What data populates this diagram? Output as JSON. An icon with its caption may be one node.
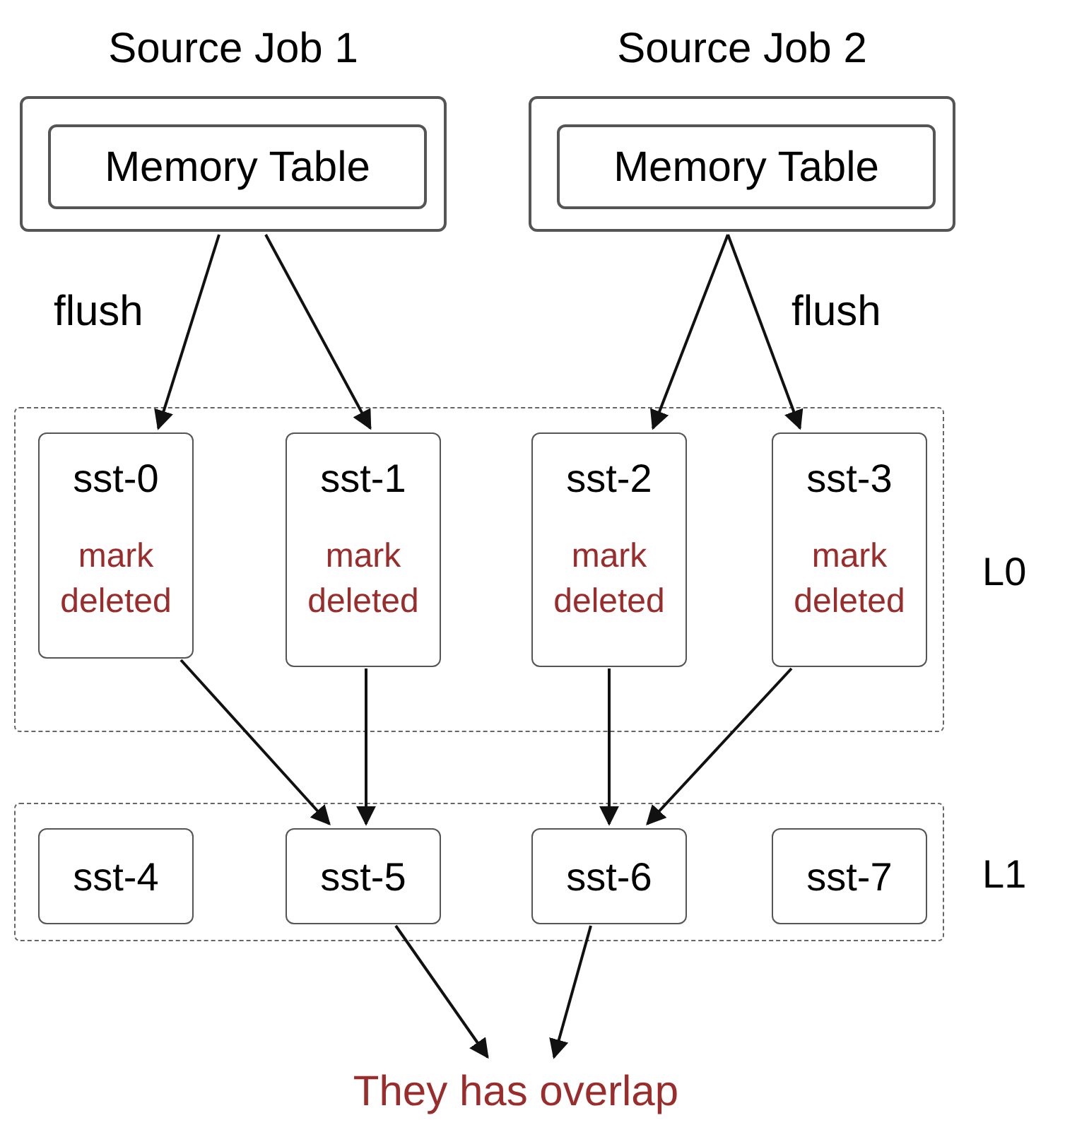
{
  "diagram": {
    "nodes": [
      {
        "text": [
          "Source Job 1"
        ]
      },
      {
        "text": [
          "Memory Table"
        ],
        "in": 0
      },
      {
        "text": [
          "Source Job 2"
        ]
      },
      {
        "text": [
          "Memory Table"
        ],
        "in": 2
      },
      {
        "text": [
          "L0"
        ]
      },
      {
        "text": [
          "sst-0",
          "mark deleted"
        ],
        "in": 4
      },
      {
        "text": [
          "sst-1",
          "mark deleted"
        ],
        "in": 4
      },
      {
        "text": [
          "sst-2",
          "mark deleted"
        ],
        "in": 4
      },
      {
        "text": [
          "sst-3",
          "mark deleted"
        ],
        "in": 4
      },
      {
        "text": [
          "L1"
        ]
      },
      {
        "text": [
          "sst-4"
        ],
        "in": 9
      },
      {
        "text": [
          "sst-5"
        ],
        "in": 9
      },
      {
        "text": [
          "sst-6"
        ],
        "in": 9
      },
      {
        "text": [
          "sst-7"
        ],
        "in": 9
      },
      {
        "text": [
          "They has overlap"
        ]
      }
    ],
    "edges": [
      {
        "from": 0,
        "to": 5,
        "arrow": "to"
      },
      {
        "from": 0,
        "to": 6,
        "arrow": "to"
      },
      {
        "from": 2,
        "to": 7,
        "arrow": "to"
      },
      {
        "from": 2,
        "to": 8,
        "arrow": "to"
      },
      {
        "from": 5,
        "to": 11,
        "arrow": "to"
      },
      {
        "from": 6,
        "to": 11,
        "arrow": "to"
      },
      {
        "from": 7,
        "to": 12,
        "arrow": "to"
      },
      {
        "from": 8,
        "to": 12,
        "arrow": "to"
      },
      {
        "from": 11,
        "to": 14,
        "arrow": "to"
      },
      {
        "from": 12,
        "to": 14,
        "arrow": "to"
      }
    ],
    "labels": [
      "flush",
      "flush"
    ]
  }
}
